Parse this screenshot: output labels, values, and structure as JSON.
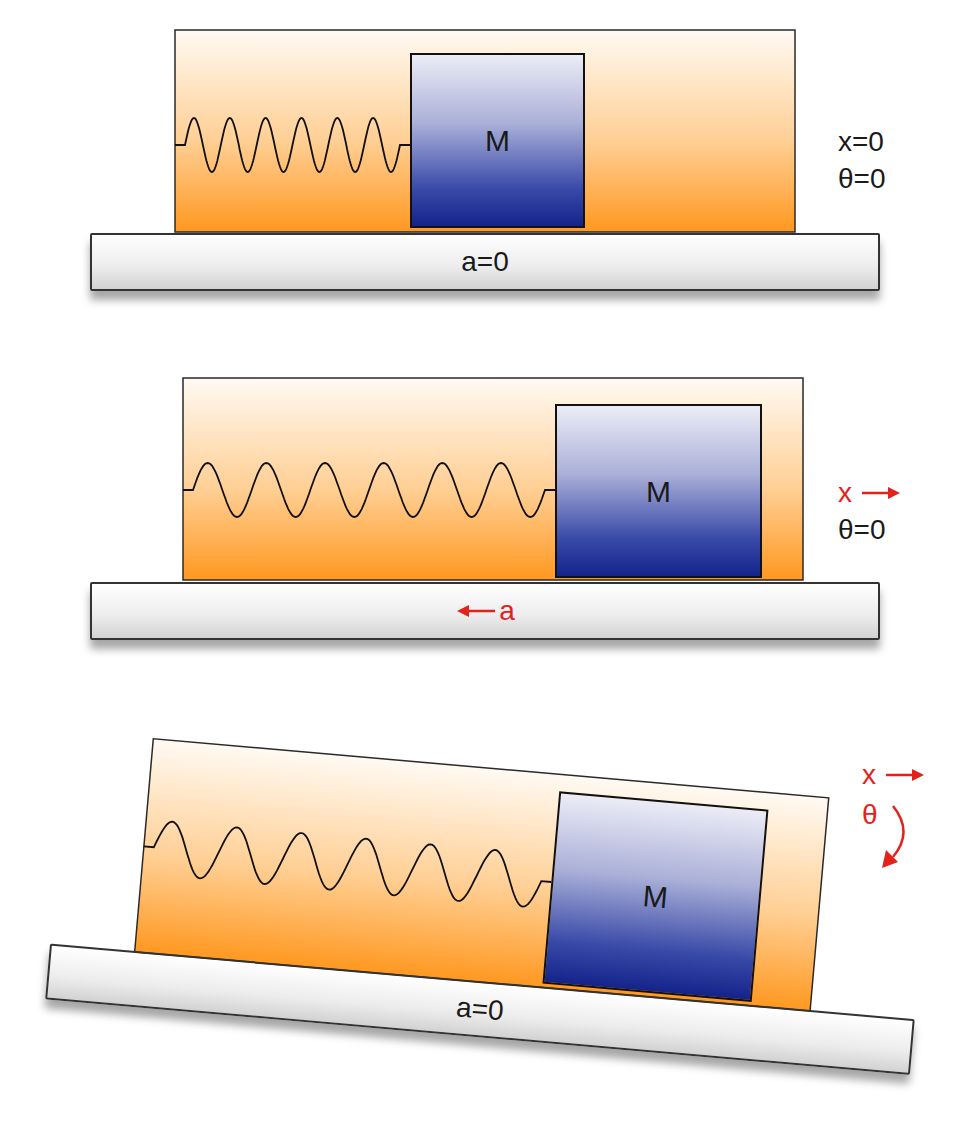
{
  "diagram": {
    "nodes": [
      {
        "text": [
          "M"
        ]
      },
      {
        "text": [
          "a=0"
        ]
      },
      {
        "text": [
          "M"
        ]
      },
      {
        "text": [
          "a"
        ]
      },
      {
        "text": [
          "M"
        ]
      },
      {
        "text": [
          "a=0"
        ]
      }
    ],
    "labels": [
      "x=0",
      "θ=0",
      "x",
      "θ=0",
      "x",
      "θ"
    ]
  }
}
